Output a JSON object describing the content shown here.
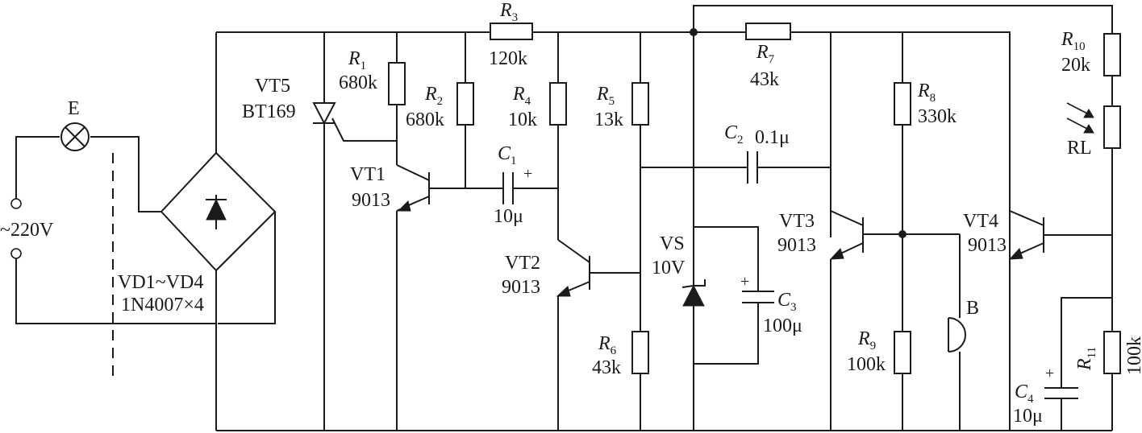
{
  "source": {
    "voltage": "~220V",
    "lamp": "E"
  },
  "bridge": {
    "name": "VD1~VD4",
    "part": "1N4007×4"
  },
  "thyristor": {
    "name": "VT5",
    "part": "BT169"
  },
  "resistors": {
    "r1": {
      "sym": "R",
      "sub": "1",
      "value": "680k"
    },
    "r2": {
      "sym": "R",
      "sub": "2",
      "value": "680k"
    },
    "r3": {
      "sym": "R",
      "sub": "3",
      "value": "120k"
    },
    "r4": {
      "sym": "R",
      "sub": "4",
      "value": "10k"
    },
    "r5": {
      "sym": "R",
      "sub": "5",
      "value": "13k"
    },
    "r6": {
      "sym": "R",
      "sub": "6",
      "value": "43k"
    },
    "r7": {
      "sym": "R",
      "sub": "7",
      "value": "43k"
    },
    "r8": {
      "sym": "R",
      "sub": "8",
      "value": "330k"
    },
    "r9": {
      "sym": "R",
      "sub": "9",
      "value": "100k"
    },
    "r10": {
      "sym": "R",
      "sub": "10",
      "value": "20k"
    },
    "r11": {
      "sym": "R",
      "sub": "11",
      "value": "100k"
    }
  },
  "capacitors": {
    "c1": {
      "sym": "C",
      "sub": "1",
      "value": "10μ"
    },
    "c2": {
      "sym": "C",
      "sub": "2",
      "value": "0.1μ"
    },
    "c3": {
      "sym": "C",
      "sub": "3",
      "value": "100μ"
    },
    "c4": {
      "sym": "C",
      "sub": "4",
      "value": "10μ"
    }
  },
  "transistors": {
    "vt1": {
      "name": "VT1",
      "part": "9013"
    },
    "vt2": {
      "name": "VT2",
      "part": "9013"
    },
    "vt3": {
      "name": "VT3",
      "part": "9013"
    },
    "vt4": {
      "name": "VT4",
      "part": "9013"
    }
  },
  "zener": {
    "name": "VS",
    "value": "10V"
  },
  "photoresistor": {
    "name": "RL"
  },
  "microphone": {
    "name": "B"
  },
  "polarity": {
    "plus": "+"
  }
}
